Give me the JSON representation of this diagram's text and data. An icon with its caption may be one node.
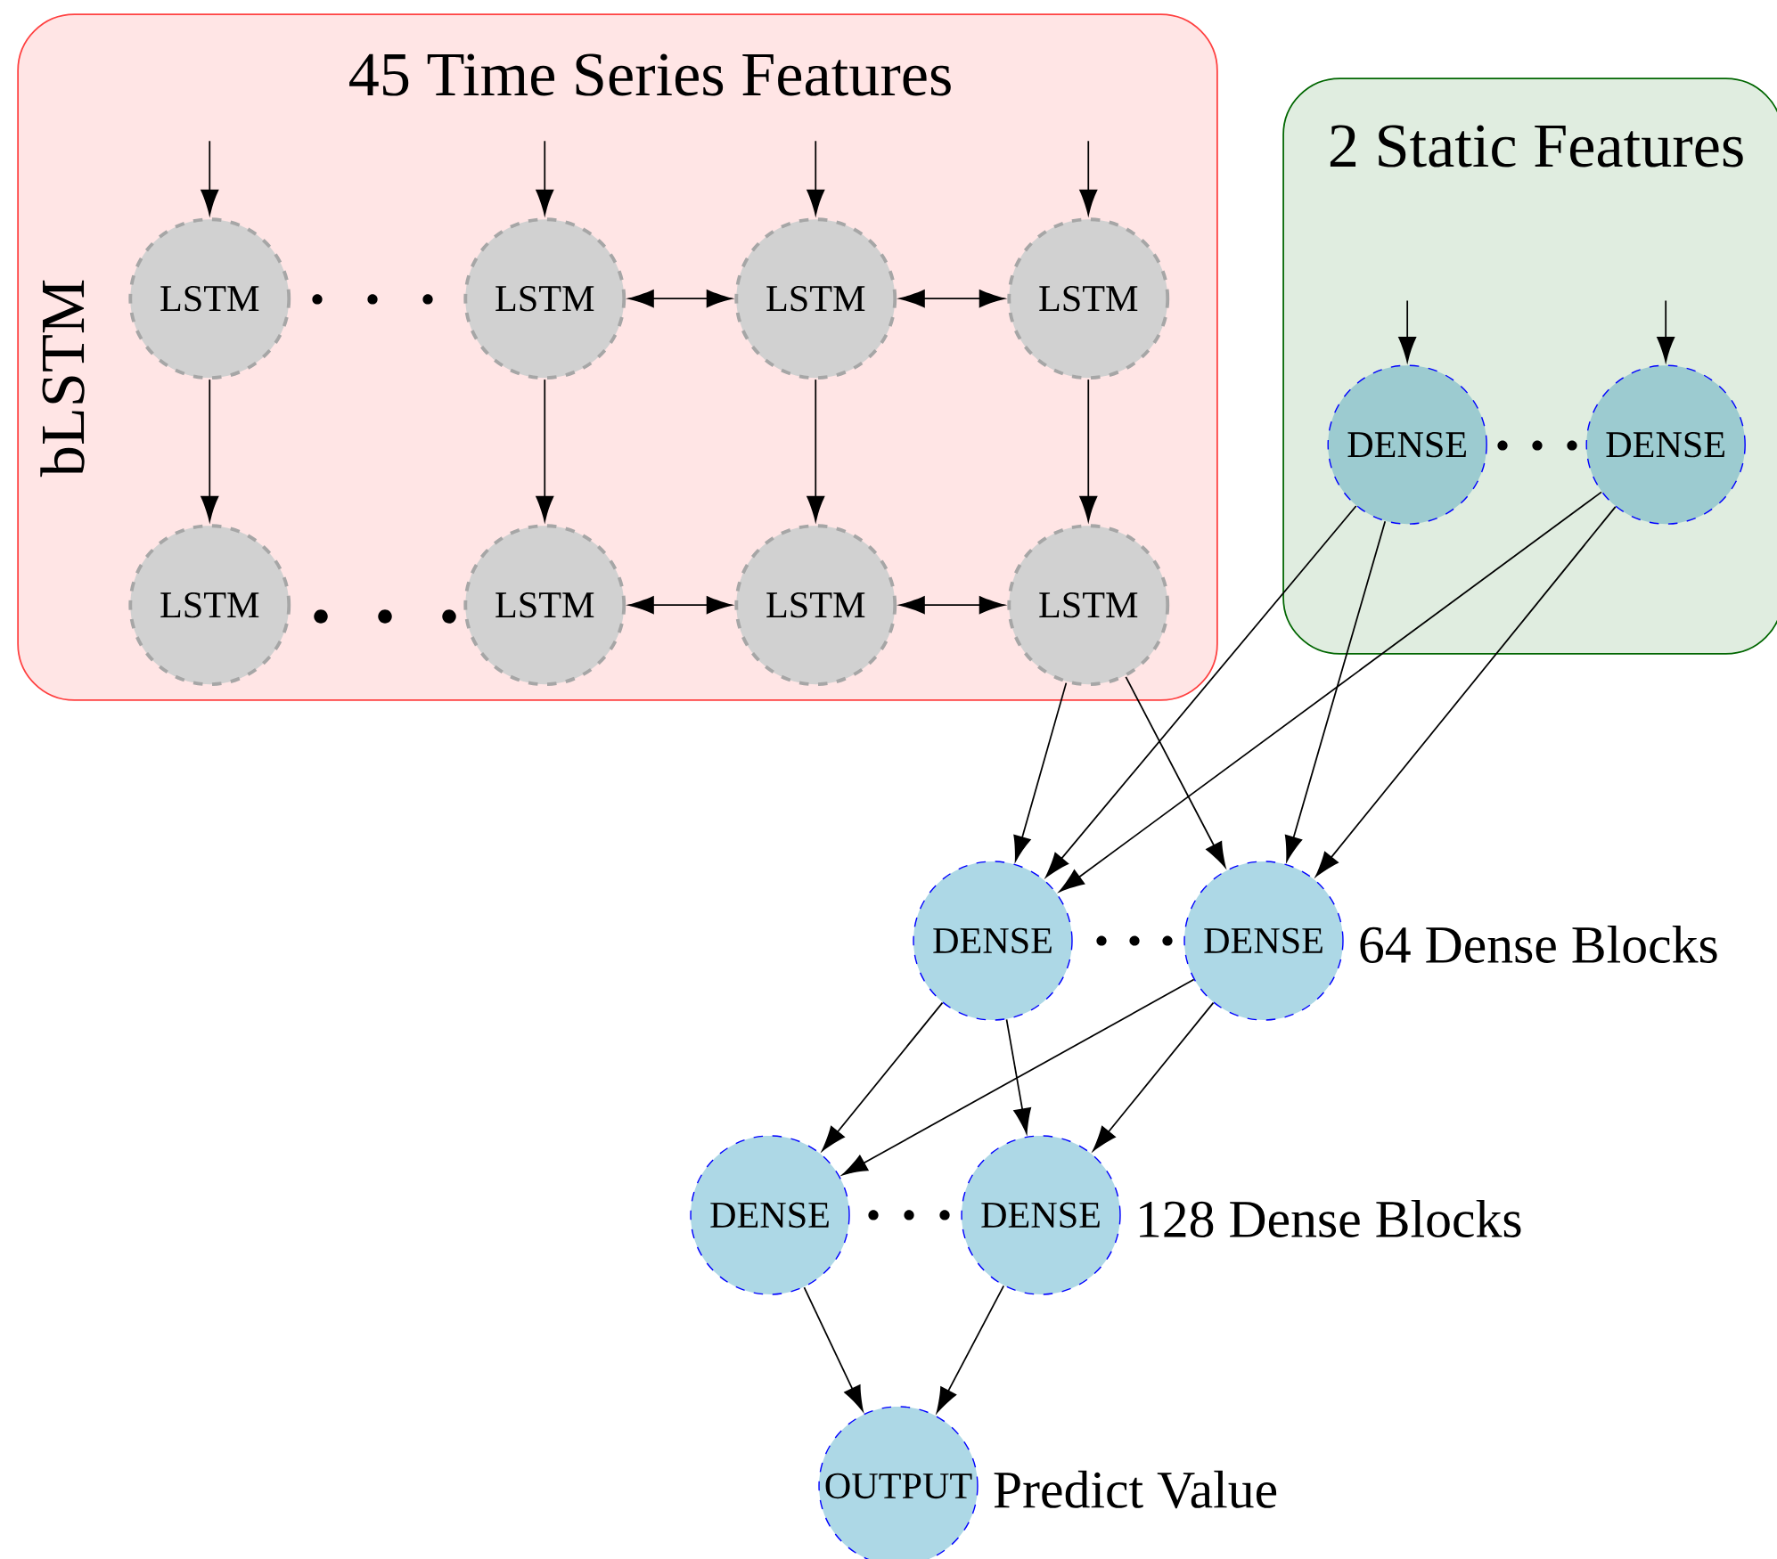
{
  "diagram": {
    "nodes": [
      {
        "text": [
          "45 Time Series Features",
          "bLSTM"
        ]
      },
      {
        "text": [
          "LSTM"
        ],
        "in": 0
      },
      {
        "text": [
          "LSTM"
        ],
        "in": 0
      },
      {
        "text": [
          "LSTM"
        ],
        "in": 0
      },
      {
        "text": [
          "LSTM"
        ],
        "in": 0
      },
      {
        "text": [
          "LSTM"
        ],
        "in": 0
      },
      {
        "text": [
          "LSTM"
        ],
        "in": 0
      },
      {
        "text": [
          "LSTM"
        ],
        "in": 0
      },
      {
        "text": [
          "LSTM"
        ],
        "in": 0
      },
      {
        "text": [
          "2 Static Features"
        ]
      },
      {
        "text": [
          "DENSE"
        ],
        "in": 9
      },
      {
        "text": [
          "DENSE"
        ],
        "in": 9
      },
      {
        "text": [
          "DENSE"
        ]
      },
      {
        "text": [
          "DENSE"
        ],
        "beside": [
          "64 Dense Blocks"
        ]
      },
      {
        "text": [
          "DENSE"
        ]
      },
      {
        "text": [
          "DENSE"
        ],
        "beside": [
          "128 Dense Blocks"
        ]
      },
      {
        "text": [
          "OUTPUT"
        ],
        "beside": [
          "Predict Value"
        ]
      }
    ],
    "edges": [
      {
        "from": null,
        "to": 1,
        "arrow": "to"
      },
      {
        "from": null,
        "to": 2,
        "arrow": "to"
      },
      {
        "from": null,
        "to": 3,
        "arrow": "to"
      },
      {
        "from": null,
        "to": 4,
        "arrow": "to"
      },
      {
        "from": 1,
        "to": 5,
        "arrow": "to"
      },
      {
        "from": 2,
        "to": 6,
        "arrow": "to"
      },
      {
        "from": 3,
        "to": 7,
        "arrow": "to"
      },
      {
        "from": 4,
        "to": 8,
        "arrow": "to"
      },
      {
        "from": 2,
        "to": 3,
        "arrow": "both"
      },
      {
        "from": 3,
        "to": 4,
        "arrow": "both"
      },
      {
        "from": 6,
        "to": 7,
        "arrow": "both"
      },
      {
        "from": 7,
        "to": 8,
        "arrow": "both"
      },
      {
        "from": null,
        "to": 10,
        "arrow": "to"
      },
      {
        "from": null,
        "to": 11,
        "arrow": "to"
      },
      {
        "from": 8,
        "to": 12,
        "arrow": "to"
      },
      {
        "from": 8,
        "to": 13,
        "arrow": "to"
      },
      {
        "from": 10,
        "to": 12,
        "arrow": "to"
      },
      {
        "from": 10,
        "to": 13,
        "arrow": "to"
      },
      {
        "from": 11,
        "to": 12,
        "arrow": "to"
      },
      {
        "from": 11,
        "to": 13,
        "arrow": "to"
      },
      {
        "from": 12,
        "to": 14,
        "arrow": "to"
      },
      {
        "from": 12,
        "to": 15,
        "arrow": "to"
      },
      {
        "from": 13,
        "to": 14,
        "arrow": "to"
      },
      {
        "from": 13,
        "to": 15,
        "arrow": "to"
      },
      {
        "from": 14,
        "to": 16,
        "arrow": "to"
      },
      {
        "from": 15,
        "to": 16,
        "arrow": "to"
      }
    ]
  }
}
